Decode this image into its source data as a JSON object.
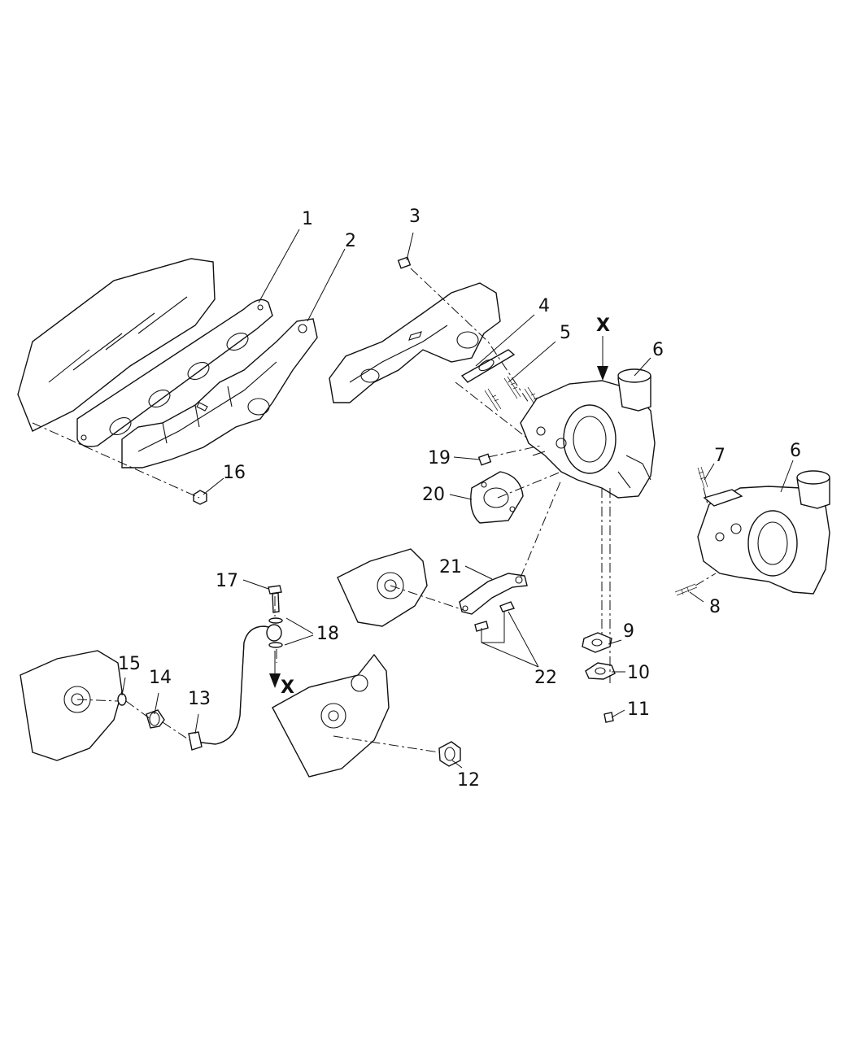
{
  "callouts": {
    "c1": "1",
    "c2": "2",
    "c3": "3",
    "c4": "4",
    "c5": "5",
    "c6a": "6",
    "c6b": "6",
    "c7": "7",
    "c8": "8",
    "c9": "9",
    "c10": "10",
    "c11": "11",
    "c12": "12",
    "c13": "13",
    "c14": "14",
    "c15": "15",
    "c16": "16",
    "c17": "17",
    "c18": "18",
    "c19": "19",
    "c20": "20",
    "c21": "21",
    "c22": "22"
  },
  "markers": {
    "x_top": "X",
    "x_bottom": "X"
  },
  "colors": {
    "line": "#111111",
    "background": "#ffffff"
  }
}
